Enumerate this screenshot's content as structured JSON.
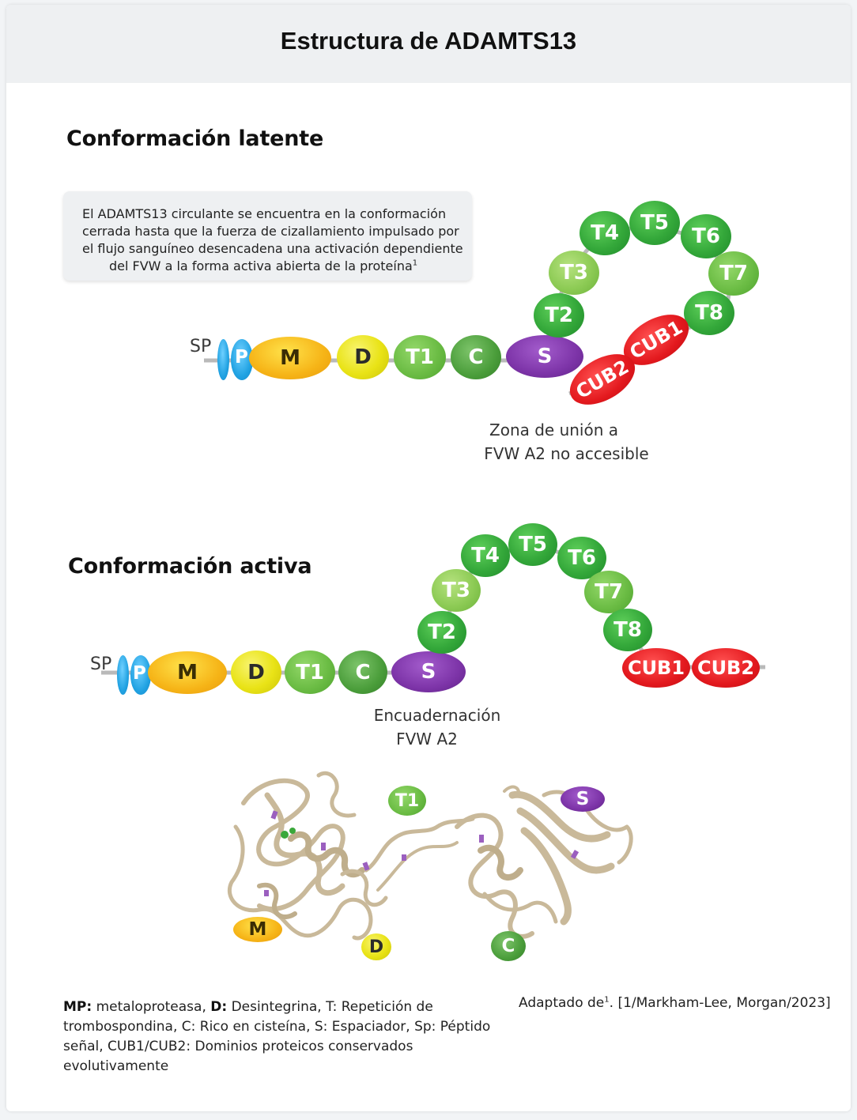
{
  "title": "Estructura de ADAMTS13",
  "latent": {
    "heading": "Conformación latente",
    "info_lines": [
      "El ADAMTS13 circulante se encuentra en la conformación",
      "cerrada hasta que la fuerza de cizallamiento impulsado por",
      "el flujo sanguíneo desencadena una activación dependiente",
      "del FVW a la forma activa abierta de la proteína"
    ],
    "info_sup": "1",
    "caption_lines": [
      "Zona de unión a",
      "FVW A2 no accesible"
    ]
  },
  "active": {
    "heading": "Conformación activa",
    "caption_lines": [
      "Encuadernación",
      "FVW A2"
    ]
  },
  "domains": {
    "sp": "SP",
    "p": "P",
    "m": "M",
    "d": "D",
    "t1": "T1",
    "c": "C",
    "s": "S",
    "t2": "T2",
    "t3": "T3",
    "t4": "T4",
    "t5": "T5",
    "t6": "T6",
    "t7": "T7",
    "t8": "T8",
    "cub1": "CUB1",
    "cub2": "CUB2"
  },
  "colors": {
    "metalloprotease": "#f6b417",
    "disintegrin": "#e9e316",
    "thrombospondin": "#34a83a",
    "cysteine_rich": "#4a9d3a",
    "spacer": "#7d34a8",
    "cub": "#e3191e",
    "propeptide": "#22a3e3",
    "ribbon": "#c9b99a"
  },
  "legend": {
    "items": [
      {
        "abbr": "MP:",
        "text": " metaloproteasa, "
      },
      {
        "abbr": "D:",
        "text": " Desintegrina, T: Repetición de trombospondina, C: Rico en cisteína, S: Espaciador, Sp: Péptido señal, CUB1/CUB2: Dominios  proteicos conservados evolutivamente"
      }
    ]
  },
  "citation": {
    "prefix": "Adaptado de",
    "sup": "1",
    "ref": ". [1/Markham-Lee, Morgan/2023]"
  }
}
